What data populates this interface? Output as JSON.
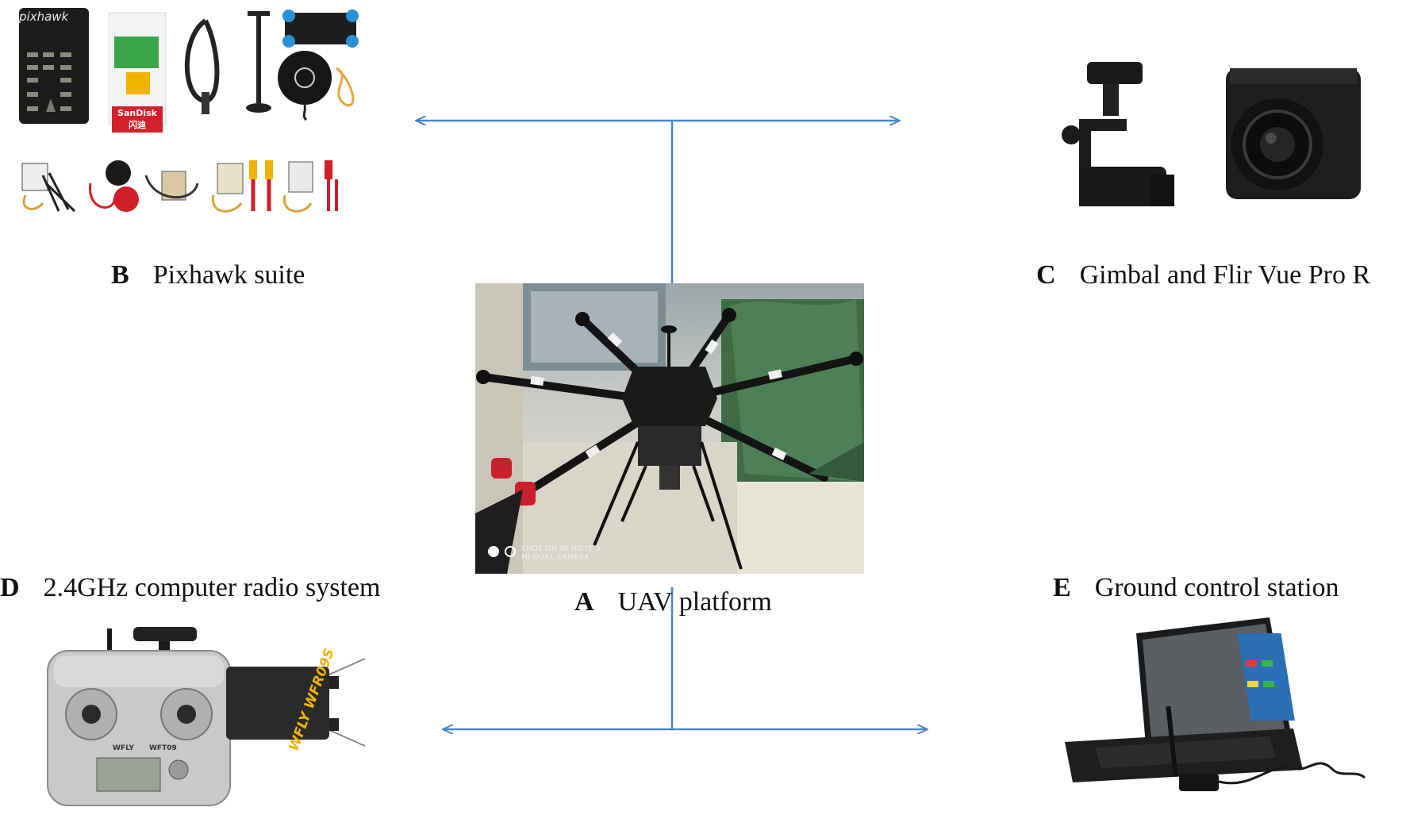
{
  "captions": {
    "a": {
      "letter": "A",
      "text": "UAV platform"
    },
    "b": {
      "letter": "B",
      "text": "Pixhawk suite"
    },
    "c": {
      "letter": "C",
      "text": "Gimbal and Flir Vue Pro R"
    },
    "d": {
      "letter": "D",
      "text": "2.4GHz computer radio system"
    },
    "e": {
      "letter": "E",
      "text": "Ground control station"
    }
  },
  "photo_text": {
    "pixhawk_logo": "pixhawk",
    "sandisk_label": "SanDisk 闪迪",
    "drone_watermark_line1": "SHOT ON MI NOTE 3",
    "drone_watermark_line2": "MI DUAL CAMERA",
    "transmitter_brand": "WFLY",
    "transmitter_model": "WFT09",
    "receiver_label": "WFLY WFR09S"
  },
  "colors": {
    "connector": "#4a86c5"
  }
}
